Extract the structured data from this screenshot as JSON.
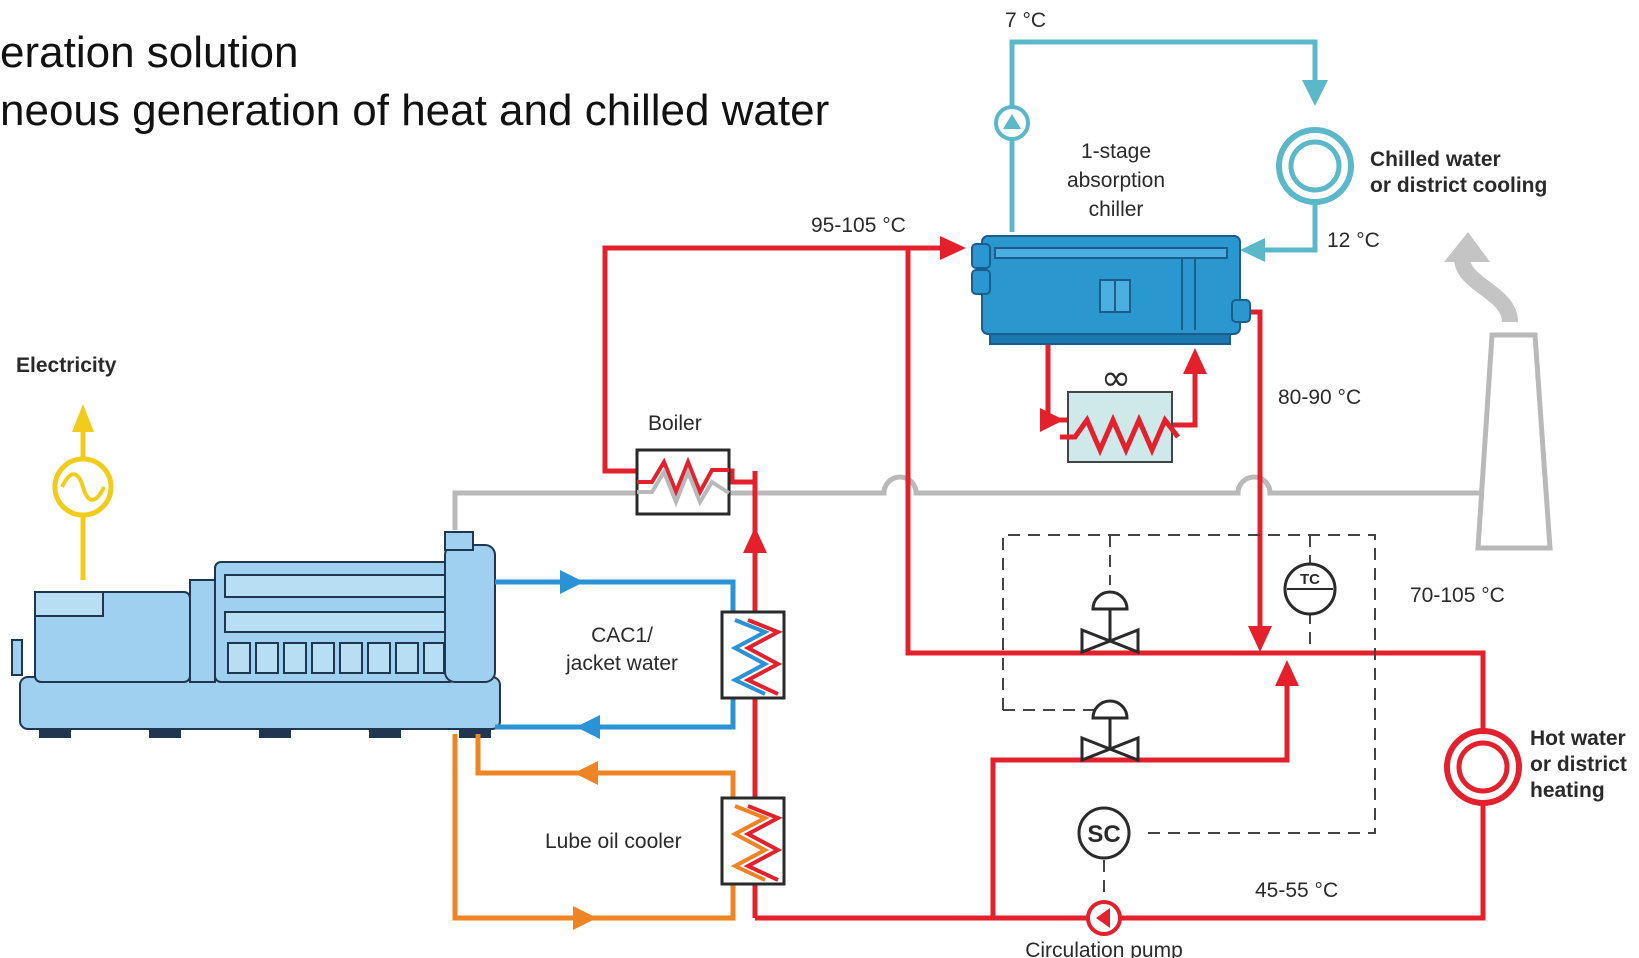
{
  "heading": {
    "line1": "eration solution",
    "line2": "neous generation of heat and chilled water"
  },
  "labels": {
    "electricity": "Electricity",
    "boiler": "Boiler",
    "cac": [
      "CAC1/",
      "jacket water"
    ],
    "lube_oil": "Lube oil cooler",
    "chiller": [
      "1-stage",
      "absorption",
      "chiller"
    ],
    "chilled_water": [
      "Chilled water",
      "or district cooling"
    ],
    "hot_water": [
      "Hot water",
      "or district",
      "heating"
    ],
    "circulation_pump": "Circulation pump",
    "tc": "TC",
    "sc": "SC"
  },
  "temperatures": {
    "chilled_supply": "7 °C",
    "chilled_return": "12 °C",
    "hot_in": "95-105 °C",
    "chiller_out": "80-90 °C",
    "district_supply": "70-105 °C",
    "return": "45-55 °C"
  },
  "colors": {
    "hot": "#e3202b",
    "chilled": "#5bb8c8",
    "jacket": "#2a93d5",
    "lube": "#ef8424",
    "exhaust": "#b9b9b9",
    "electric": "#f2cc1a",
    "machine": "#9fd0ef"
  }
}
